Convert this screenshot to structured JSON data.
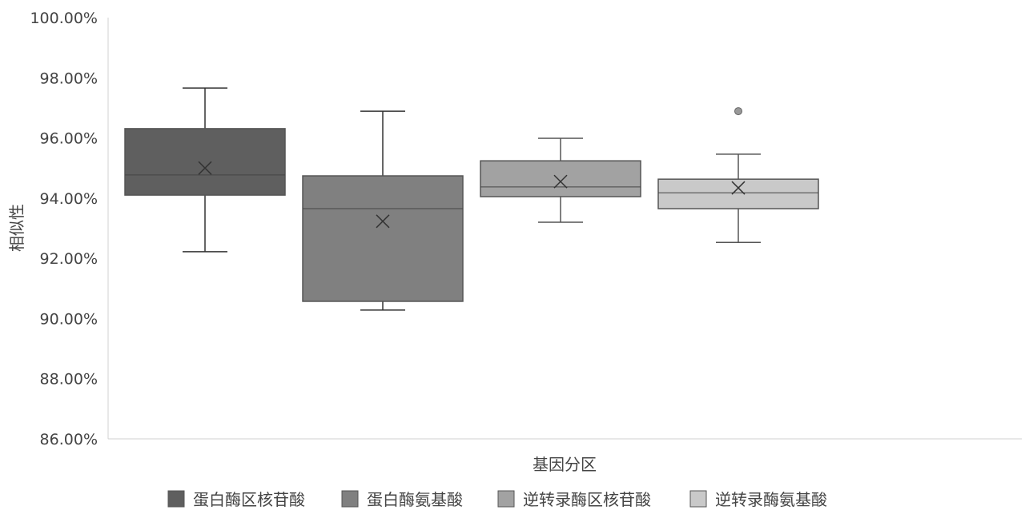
{
  "chart_data": {
    "type": "box",
    "title": "",
    "xlabel": "基因分区",
    "ylabel": "相似性",
    "ylim": [
      86,
      100
    ],
    "yticks": [
      "100.00%",
      "98.00%",
      "96.00%",
      "94.00%",
      "92.00%",
      "90.00%",
      "88.00%",
      "86.00%"
    ],
    "ytick_values": [
      100,
      98,
      96,
      94,
      92,
      90,
      88,
      86
    ],
    "grid": false,
    "legend_position": "bottom",
    "series": [
      {
        "name": "蛋白酶区核苷酸",
        "color": "#5f5f5f",
        "whisker_high": 97.66,
        "q3": 96.31,
        "median": 94.77,
        "mean": 95.0,
        "q1": 94.1,
        "whisker_low": 92.22,
        "outliers": []
      },
      {
        "name": "蛋白酶氨基酸",
        "color": "#808080",
        "whisker_high": 96.89,
        "q3": 94.74,
        "median": 93.65,
        "mean": 93.23,
        "q1": 90.57,
        "whisker_low": 90.28,
        "outliers": []
      },
      {
        "name": "逆转录酶区核苷酸",
        "color": "#a2a2a2",
        "whisker_high": 95.99,
        "q3": 95.24,
        "median": 94.37,
        "mean": 94.55,
        "q1": 94.05,
        "whisker_low": 93.2,
        "outliers": []
      },
      {
        "name": "逆转录酶氨基酸",
        "color": "#c9c9c9",
        "whisker_high": 95.46,
        "q3": 94.63,
        "median": 94.18,
        "mean": 94.34,
        "q1": 93.65,
        "whisker_low": 92.53,
        "outliers": [
          96.89
        ]
      }
    ]
  }
}
